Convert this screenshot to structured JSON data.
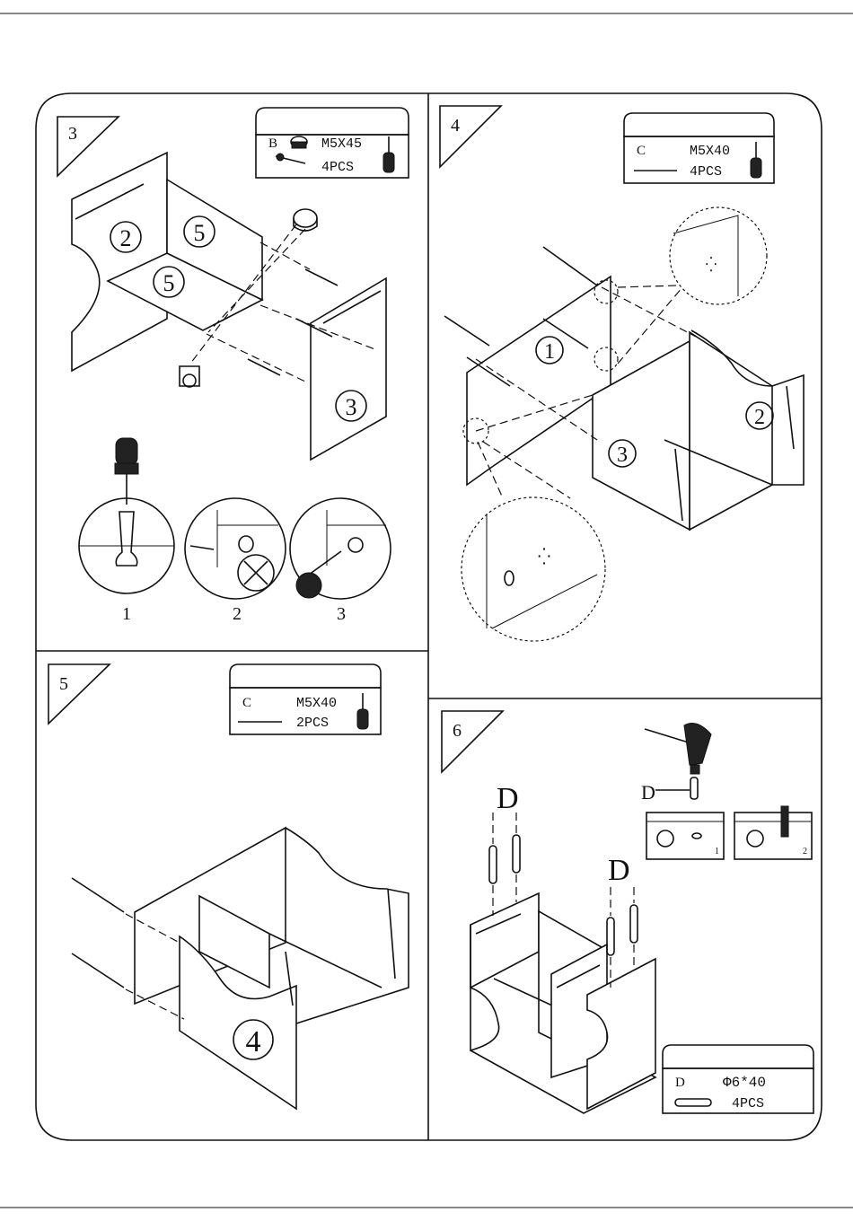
{
  "steps": [
    {
      "number": "3",
      "parts": {
        "letter": "B",
        "size": "M5X45",
        "qty": "4PCS"
      },
      "panels": [
        "2",
        "5",
        "5",
        "3"
      ],
      "sub_steps": [
        "1",
        "2",
        "3"
      ]
    },
    {
      "number": "4",
      "parts": {
        "letter": "C",
        "size": "M5X40",
        "qty": "4PCS"
      },
      "panels": [
        "1",
        "3",
        "2"
      ]
    },
    {
      "number": "5",
      "parts": {
        "letter": "C",
        "size": "M5X40",
        "qty": "2PCS"
      },
      "panels": [
        "4"
      ]
    },
    {
      "number": "6",
      "parts": {
        "letter": "D",
        "size": "Φ6*40",
        "qty": "4PCS"
      },
      "dowel_labels": [
        "D",
        "D",
        "D"
      ],
      "sub_steps": [
        "1",
        "2"
      ]
    }
  ]
}
